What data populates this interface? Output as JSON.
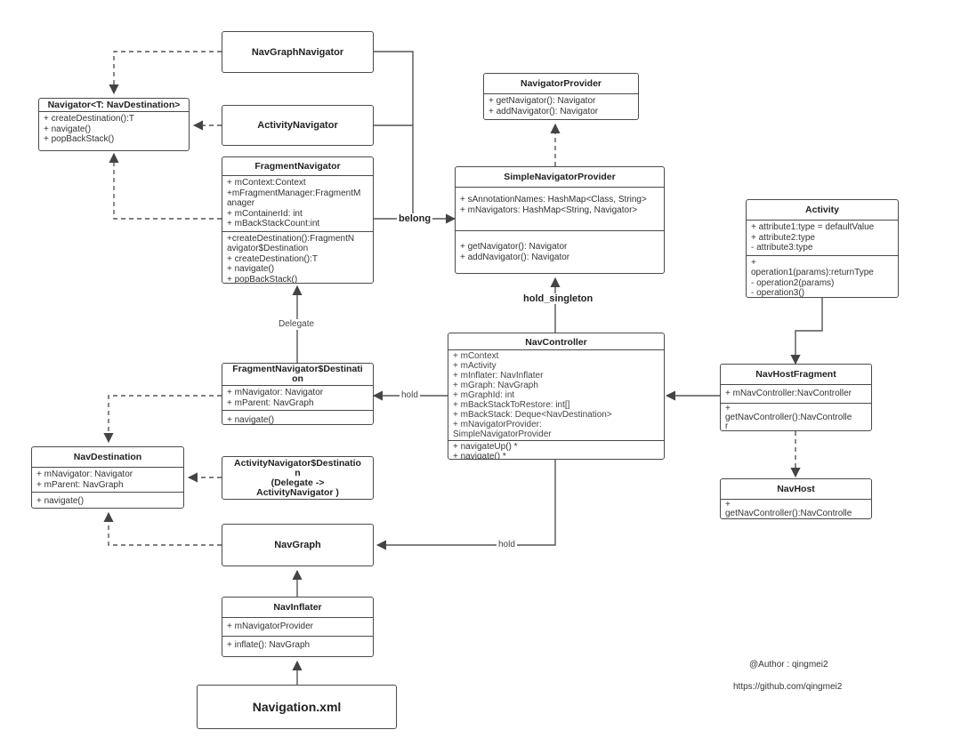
{
  "classes": {
    "navgraphnavigator": {
      "title": "NavGraphNavigator"
    },
    "activitynavigator": {
      "title": "ActivityNavigator"
    },
    "navigator": {
      "title": "Navigator<T: NavDestination>",
      "methods": [
        "+ createDestination():T",
        "+ navigate()",
        "+ popBackStack()"
      ]
    },
    "fragmentnavigator": {
      "title": "FragmentNavigator",
      "fields": [
        "+ mContext:Context",
        "+mFragmentManager:FragmentM",
        "anager",
        "+ mContainerId: int",
        "+ mBackStackCount:int"
      ],
      "methods": [
        "+createDestination():FragmentN",
        "avigator$Destination",
        "+ createDestination():T",
        "+ navigate()",
        "+ popBackStack()"
      ]
    },
    "navigatorprovider": {
      "title": "NavigatorProvider",
      "methods": [
        "+ getNavigator(): Navigator",
        "+ addNavigator(): Navigator"
      ]
    },
    "simplenavigatorprovider": {
      "title": "SimpleNavigatorProvider",
      "fields": [
        "+ sAnnotationNames: HashMap<Class, String>",
        "+ mNavigators:  HashMap<String, Navigator>"
      ],
      "methods": [
        "+ getNavigator(): Navigator",
        "+ addNavigator(): Navigator"
      ]
    },
    "activity": {
      "title": "Activity",
      "fields": [
        "+ attribute1:type = defaultValue",
        "+ attribute2:type",
        "- attribute3:type"
      ],
      "methods": [
        "+",
        "operation1(params):returnType",
        "- operation2(params)",
        "- operation3()"
      ]
    },
    "fragmentnavigatordestination": {
      "title": "FragmentNavigator$Destination",
      "fields": [
        "+ mNavigator: Navigator",
        "+ mParent: NavGraph"
      ],
      "methods": [
        "+ navigate()"
      ]
    },
    "navcontroller": {
      "title": "NavController",
      "fields": [
        "+ mContext",
        "+ mActivity",
        "+ mInflater: NavInflater",
        "+ mGraph: NavGraph",
        "+ mGraphId: int",
        "+ mBackStackToRestore: int[]",
        "+ mBackStack:   Deque<NavDestination>",
        "+ mNavigatorProvider:",
        "SimpleNavigatorProvider"
      ],
      "methods": [
        "+ navigateUp()  *",
        "+ navigate()  *"
      ]
    },
    "navhostfragment": {
      "title": "NavHostFragment",
      "fields": [
        "+ mNavController:NavController"
      ],
      "methods": [
        "+",
        "getNavController():NavControlle",
        "r"
      ]
    },
    "navdestination": {
      "title": "NavDestination",
      "fields": [
        "+ mNavigator: Navigator",
        "+ mParent: NavGraph"
      ],
      "methods": [
        "+ navigate()"
      ]
    },
    "activitynavigatordestination": {
      "title_lines": [
        "ActivityNavigator$Destinatio",
        "n",
        "(Delegate ->",
        "ActivityNavigator )"
      ]
    },
    "navhost": {
      "title": "NavHost",
      "methods": [
        "+",
        "getNavController():NavControlle",
        "r"
      ]
    },
    "navgraph": {
      "title": "NavGraph"
    },
    "navinflater": {
      "title": "NavInflater",
      "fields": [
        "+ mNavigatorProvider"
      ],
      "methods": [
        "+ inflate(): NavGraph"
      ]
    },
    "navigationxml": {
      "title": "Navigation.xml"
    }
  },
  "labels": {
    "belong": "belong",
    "delegate": "Delegate",
    "hold_singleton": "hold_singleton",
    "hold1": "hold",
    "hold2": "hold"
  },
  "credits": {
    "author": "@Author  : qingmei2",
    "url": "https://github.com/qingmei2"
  }
}
